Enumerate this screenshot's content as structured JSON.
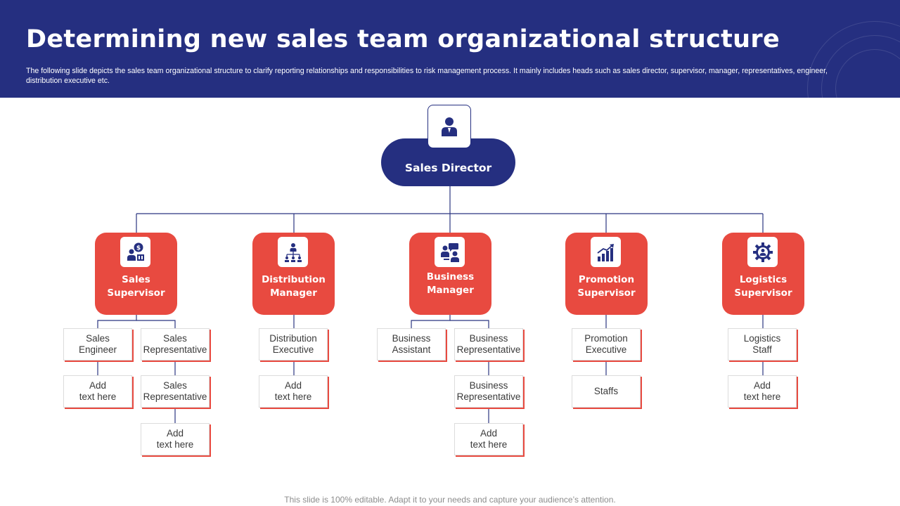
{
  "header": {
    "title": "Determining new sales team organizational structure",
    "description": "The following slide depicts the sales team organizational structure to clarify reporting relationships and responsibilities to risk management process. It mainly includes heads such as sales director, supervisor, manager, representatives, engineer, distribution executive etc."
  },
  "root": {
    "label": "Sales Director",
    "icon": "user-icon"
  },
  "heads": [
    {
      "label_lines": [
        "Sales",
        "Supervisor"
      ],
      "icon": "dollar-person-icon",
      "columns": [
        [
          "Sales\nEngineer",
          "Add\ntext here"
        ],
        [
          "Sales\nRepresentative",
          "Sales\nRepresentative",
          "Add\ntext here"
        ]
      ]
    },
    {
      "label_lines": [
        "Distribution",
        "Manager"
      ],
      "icon": "hierarchy-icon",
      "columns": [
        [
          "Distribution\nExecutive",
          "Add\ntext here"
        ]
      ]
    },
    {
      "label_lines": [
        "Business",
        "Manager"
      ],
      "icon": "meeting-icon",
      "columns": [
        [
          "Business\nAssistant"
        ],
        [
          "Business\nRepresentative",
          "Business\nRepresentative",
          "Add\ntext here"
        ]
      ]
    },
    {
      "label_lines": [
        "Promotion",
        "Supervisor"
      ],
      "icon": "growth-chart-icon",
      "columns": [
        [
          "Promotion\nExecutive",
          "Staffs"
        ]
      ]
    },
    {
      "label_lines": [
        "Logistics",
        "Supervisor"
      ],
      "icon": "gear-person-icon",
      "columns": [
        [
          "Logistics\nStaff",
          "Add\ntext here"
        ]
      ]
    }
  ],
  "footer": "This slide is 100% editable. Adapt it to your needs and capture your audience’s attention.",
  "colors": {
    "navy": "#252f80",
    "red": "#e84a40",
    "connector": "#2b3580"
  }
}
